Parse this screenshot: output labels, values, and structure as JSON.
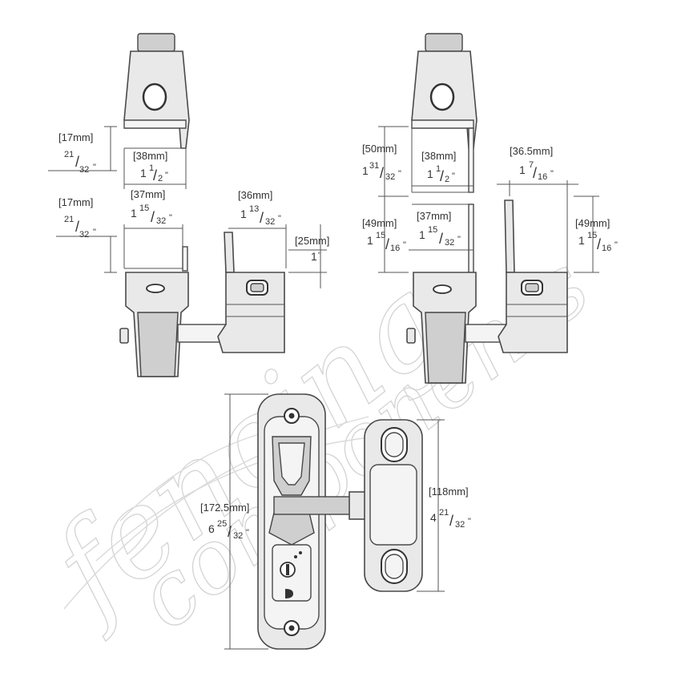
{
  "colors": {
    "outline": "#4a4a4a",
    "fill": "#e9e9e9",
    "text": "#333333",
    "watermark": "#cfcfcf"
  },
  "watermark": {
    "line1": "fencing",
    "line2": "components"
  },
  "dims": {
    "d17a": {
      "mm": "[17mm]",
      "whole": "",
      "num": "21",
      "den": "32",
      "unit": "\""
    },
    "d38a": {
      "mm": "[38mm]",
      "whole": "1",
      "num": "1",
      "den": "2",
      "unit": "\""
    },
    "d37a": {
      "mm": "[37mm]",
      "whole": "1",
      "num": "15",
      "den": "32",
      "unit": "\""
    },
    "d17b": {
      "mm": "[17mm]",
      "whole": "",
      "num": "21",
      "den": "32",
      "unit": "\""
    },
    "d36": {
      "mm": "[36mm]",
      "whole": "1",
      "num": "13",
      "den": "32",
      "unit": "\""
    },
    "d25": {
      "mm": "[25mm]",
      "whole": "1",
      "num": "",
      "den": "",
      "unit": "\""
    },
    "d50": {
      "mm": "[50mm]",
      "whole": "1",
      "num": "31",
      "den": "32",
      "unit": "\""
    },
    "d38b": {
      "mm": "[38mm]",
      "whole": "1",
      "num": "1",
      "den": "2",
      "unit": "\""
    },
    "d365": {
      "mm": "[36.5mm]",
      "whole": "1",
      "num": "7",
      "den": "16",
      "unit": "\""
    },
    "d49a": {
      "mm": "[49mm]",
      "whole": "1",
      "num": "15",
      "den": "16",
      "unit": "\""
    },
    "d37b": {
      "mm": "[37mm]",
      "whole": "1",
      "num": "15",
      "den": "32",
      "unit": "\""
    },
    "d49b": {
      "mm": "[49mm]",
      "whole": "1",
      "num": "15",
      "den": "16",
      "unit": "\""
    },
    "d1725": {
      "mm": "[172.5mm]",
      "whole": "6",
      "num": "25",
      "den": "32",
      "unit": "\""
    },
    "d118": {
      "mm": "[118mm]",
      "whole": "4",
      "num": "21",
      "den": "32",
      "unit": "\""
    }
  }
}
